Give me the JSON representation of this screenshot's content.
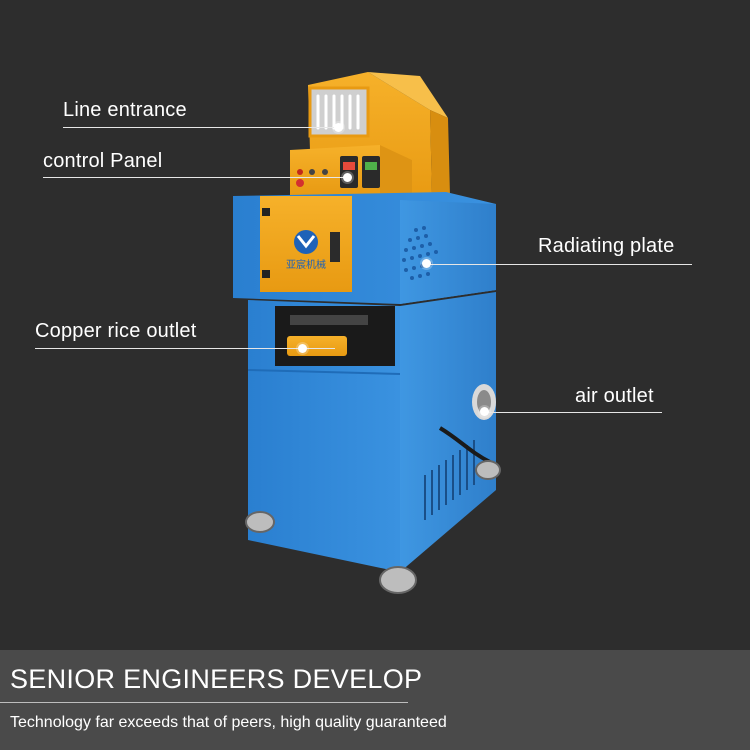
{
  "callouts": {
    "line_entrance": "Line entrance",
    "control_panel": "control Panel",
    "radiating_plate": "Radiating plate",
    "copper_rice_outlet": "Copper rice outlet",
    "air_outlet": "air outlet"
  },
  "machine": {
    "logo_text": "亚宸机械",
    "body_color": "#2f86d6",
    "accent_color": "#f3a51d"
  },
  "footer": {
    "title": "SENIOR ENGINEERS DEVELOP",
    "subtitle": "Technology far exceeds that of peers, high quality guaranteed"
  }
}
